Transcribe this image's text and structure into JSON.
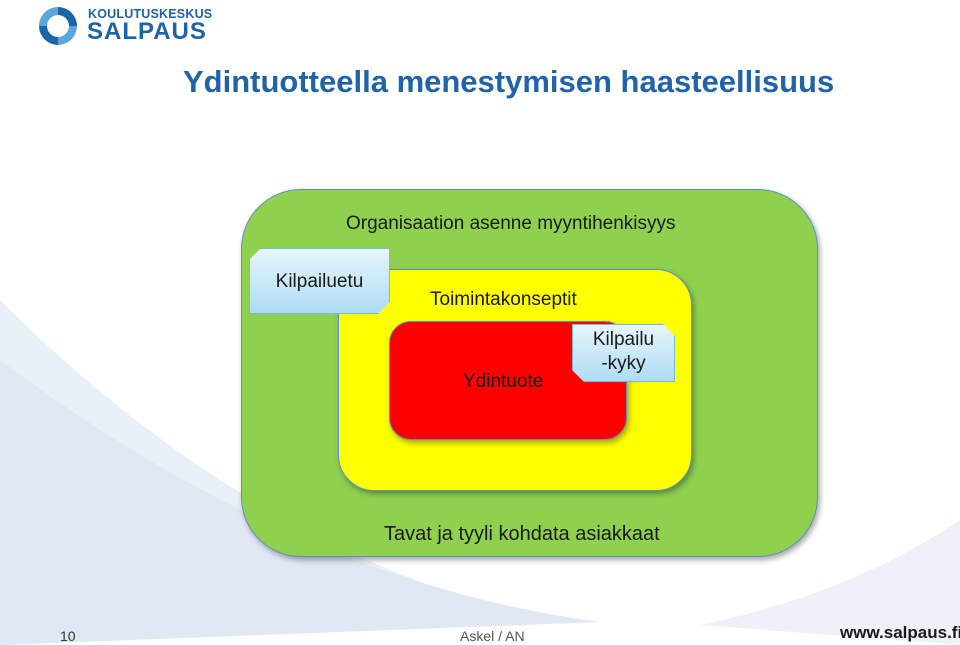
{
  "logo": {
    "top_text": "KOULUTUSKESKUS",
    "main_text": "SALPAUS"
  },
  "title": "Ydintuotteella menestymisen haasteellisuus",
  "diagram": {
    "outer_label": "Organisaation asenne myyntihenkisyys",
    "middle_label": "Toimintakonseptit",
    "inner_label": "Ydintuote",
    "bottom_label": "Tavat ja tyyli kohdata asiakkaat",
    "callout_left": "Kilpailuetu",
    "callout_right_line1": "Kilpailu",
    "callout_right_line2": "-kyky",
    "colors": {
      "outer": "#8fd14f",
      "middle": "#ffff00",
      "inner": "#ff0000",
      "callout": "#aedcf3",
      "title": "#1f63a8"
    }
  },
  "footer": {
    "page_number": "10",
    "center_text": "Askel / AN",
    "url": "www.salpaus.fi"
  }
}
